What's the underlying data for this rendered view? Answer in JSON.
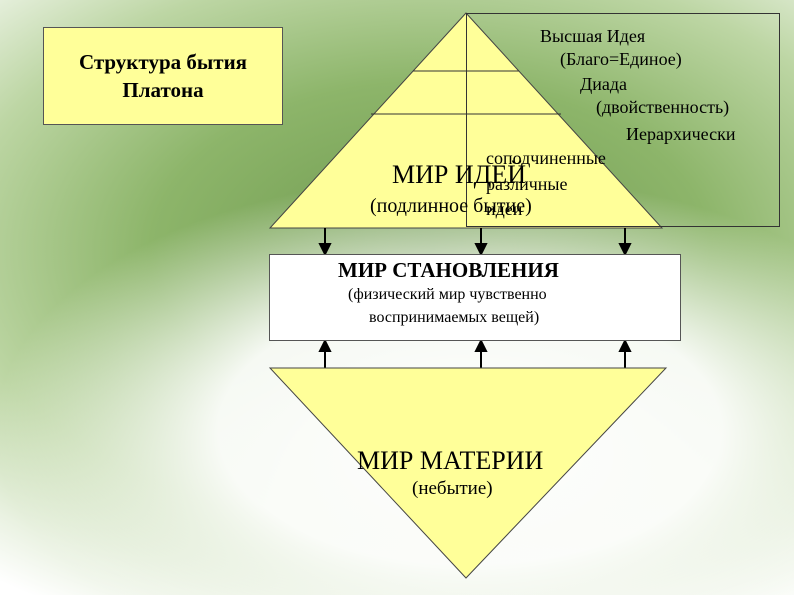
{
  "title": {
    "line1": "Структура бытия",
    "line2": "Платона"
  },
  "ideas_list": {
    "line1": "Высшая Идея",
    "line2": "(Благо=Единое)",
    "line3": "Диада",
    "line4": "(двойственность)",
    "line5": "Иерархически",
    "line6": "соподчиненные",
    "line7": "различные",
    "line8": "идеи"
  },
  "world_of_ideas": {
    "label": "МИР ИДЕЙ",
    "sublabel": "(подлинное бытие)"
  },
  "world_of_becoming": {
    "label": "МИР СТАНОВЛЕНИЯ",
    "sub_line1": "(физический мир чувственно",
    "sub_line2": "воспринимаемых вещей)"
  },
  "world_of_matter": {
    "label": "МИР МАТЕРИИ",
    "sublabel": "(небытие)"
  },
  "colors": {
    "shape_fill": "#ffff99",
    "stroke": "#333333",
    "background_green": "#8db56a"
  }
}
